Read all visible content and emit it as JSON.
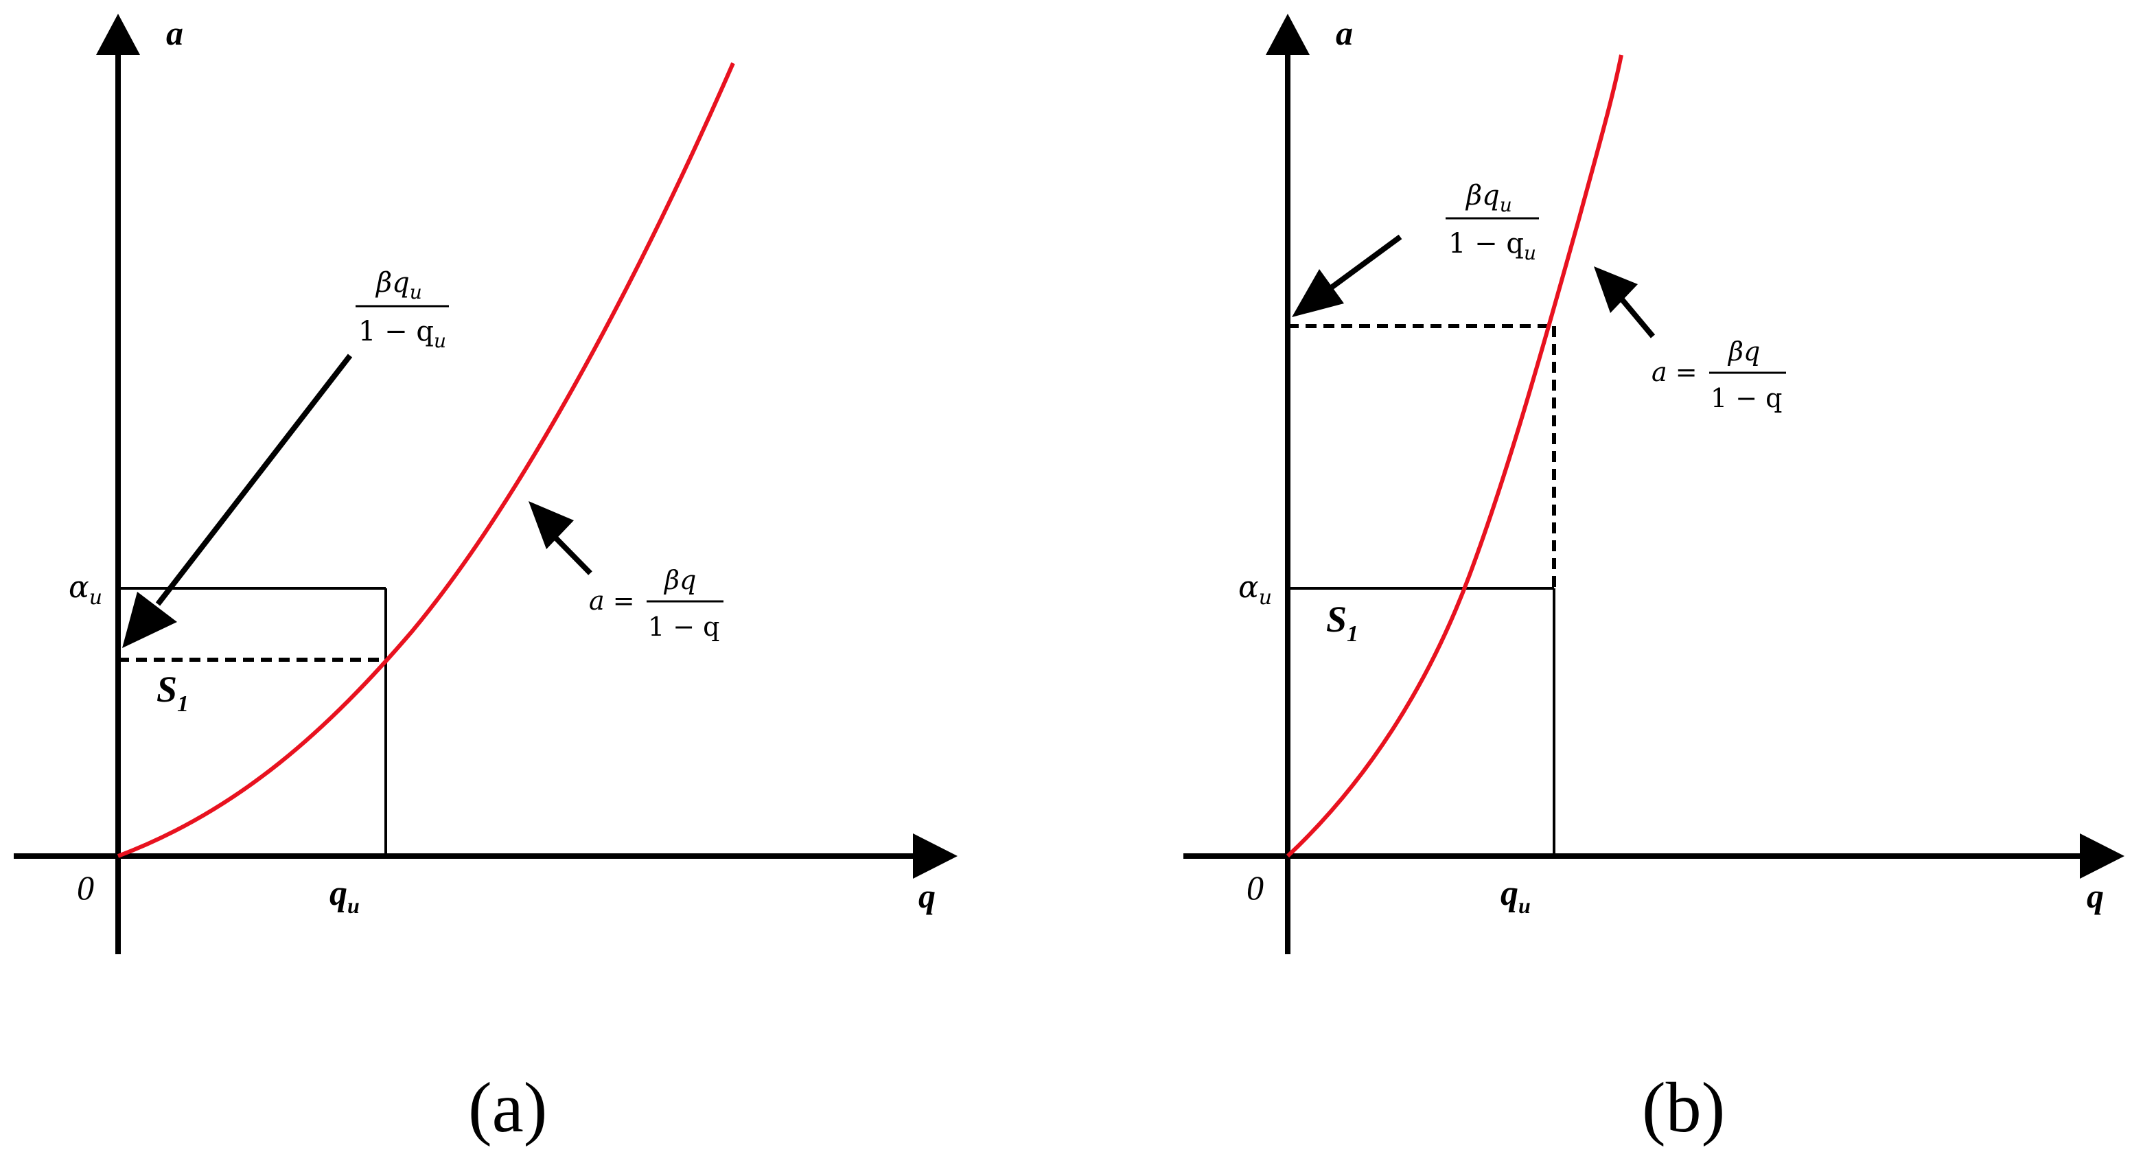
{
  "panels": [
    {
      "id": "a",
      "caption": "(a)",
      "axis_x_label": "q",
      "axis_y_label": "a",
      "origin_label": "0",
      "qu_label_main": "q",
      "qu_label_sub": "u",
      "alpha_label_main": "α",
      "alpha_label_sub": "u",
      "region_label_main": "S",
      "region_label_sub": "1",
      "upper_fraction": {
        "num_main": "βq",
        "num_sub": "u",
        "den_main": "1 − q",
        "den_sub": "u"
      },
      "curve_fraction": {
        "prefix": "a =",
        "num": "βq",
        "den": "1 − q"
      }
    },
    {
      "id": "b",
      "caption": "(b)",
      "axis_x_label": "q",
      "axis_y_label": "a",
      "origin_label": "0",
      "qu_label_main": "q",
      "qu_label_sub": "u",
      "alpha_label_main": "α",
      "alpha_label_sub": "u",
      "region_label_main": "S",
      "region_label_sub": "1",
      "upper_fraction": {
        "num_main": "βq",
        "num_sub": "u",
        "den_main": "1 − q",
        "den_sub": "u"
      },
      "curve_fraction": {
        "prefix": "a =",
        "num": "βq",
        "den": "1 − q"
      }
    }
  ],
  "colors": {
    "axis": "#000000",
    "curve": "#e8121f",
    "text": "#000000",
    "background": "#ffffff"
  }
}
